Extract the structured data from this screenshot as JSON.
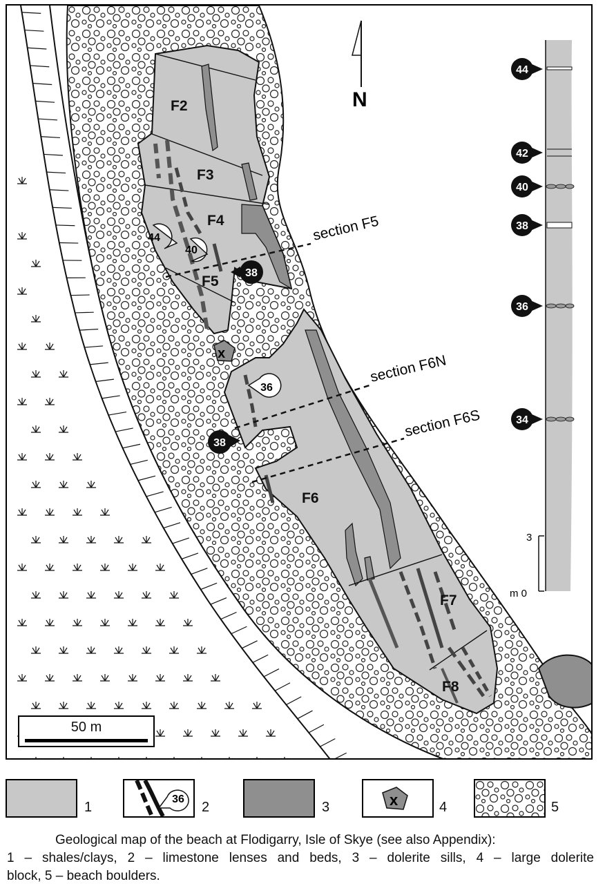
{
  "map": {
    "north_label": "N",
    "block_labels": [
      "F2",
      "F3",
      "F4",
      "F5",
      "F6",
      "F7",
      "F8"
    ],
    "section_labels": [
      "section F5",
      "section F6N",
      "section F6S"
    ],
    "markers_white": [
      "44",
      "40",
      "36"
    ],
    "markers_black": [
      "38",
      "38"
    ],
    "column_markers": [
      "44",
      "42",
      "40",
      "38",
      "36",
      "34"
    ],
    "column_ticks": [
      "3",
      "m 0"
    ],
    "scale_label": "50 m",
    "block_marker_symbol": "x"
  },
  "legend": {
    "items": [
      {
        "num": "1",
        "name": "shales-clays"
      },
      {
        "num": "2",
        "name": "limestone-lenses",
        "sample": "36"
      },
      {
        "num": "3",
        "name": "dolerite-sills"
      },
      {
        "num": "4",
        "name": "dolerite-block",
        "symbol": "x"
      },
      {
        "num": "5",
        "name": "beach-boulders"
      }
    ]
  },
  "caption": {
    "line1": "Geological map of the beach at Flodigarry, Isle of Skye (see also Appendix):",
    "line2": "1 – shales/clays, 2 – limestone lenses and beds, 3 – dolerite sills, 4 – large dolerite",
    "line3": "block, 5 – beach boulders."
  },
  "colors": {
    "shale": "#c8c8c8",
    "dolerite": "#8f8f8f",
    "ink": "#111111",
    "background": "#ffffff"
  }
}
